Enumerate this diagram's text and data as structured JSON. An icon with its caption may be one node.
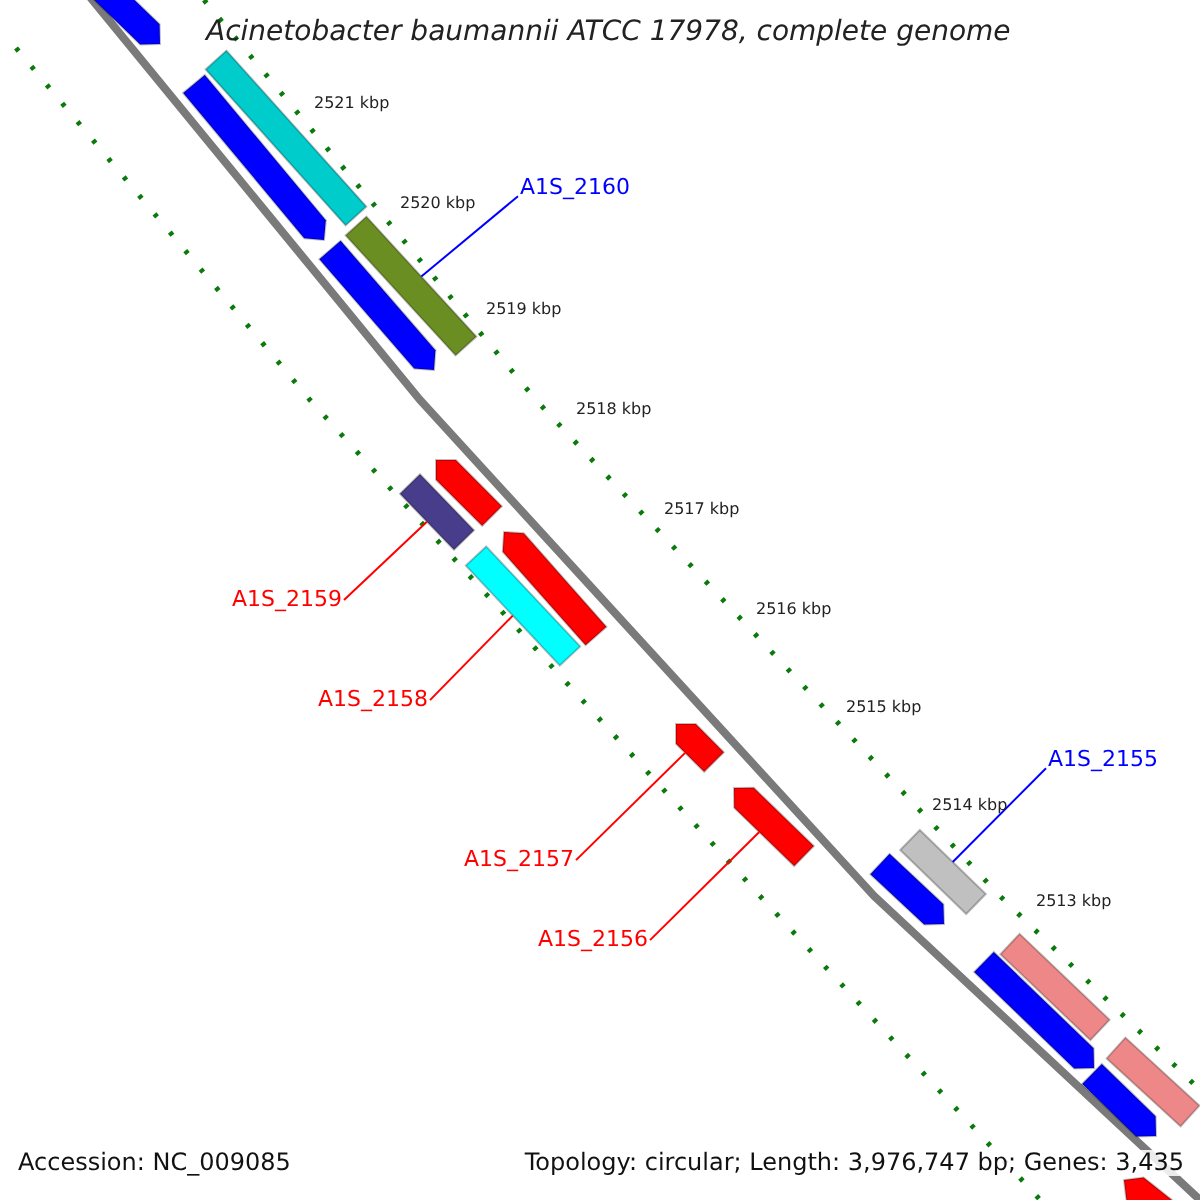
{
  "diagram": {
    "title": "Acinetobacter baumannii ATCC 17978, complete genome",
    "nodes": [
      {
        "text": [
          "A1S_2160"
        ]
      },
      {
        "text": [
          "A1S_2159"
        ]
      },
      {
        "text": [
          "A1S_2158"
        ]
      },
      {
        "text": [
          "A1S_2157"
        ]
      },
      {
        "text": [
          "A1S_2156"
        ]
      },
      {
        "text": [
          "A1S_2155"
        ]
      },
      {
        "text": [],
        "shape": "bar"
      },
      {
        "text": [],
        "shape": "bar"
      },
      {
        "text": [],
        "shape": "bar"
      },
      {
        "text": [],
        "shape": "bar"
      },
      {
        "text": [],
        "shape": "bar"
      },
      {
        "text": [],
        "shape": "bar"
      },
      {
        "text": [],
        "shape": "bar"
      },
      {
        "text": [],
        "shape": "bar"
      },
      {
        "text": [],
        "shape": "bar"
      },
      {
        "text": [],
        "shape": "bar"
      },
      {
        "text": [],
        "shape": "bar"
      },
      {
        "text": [],
        "shape": "bar"
      },
      {
        "text": [],
        "shape": "bar"
      },
      {
        "text": [],
        "shape": "bar"
      },
      {
        "text": [],
        "shape": "bar"
      },
      {
        "text": [],
        "shape": "bar"
      },
      {
        "text": [],
        "shape": "bar"
      },
      {
        "text": [],
        "shape": "bar"
      }
    ],
    "edges": [
      {
        "from": 0,
        "to": 9,
        "arrow": "none",
        "color": "#0000ff"
      },
      {
        "from": 1,
        "to": 12,
        "arrow": "none"
      },
      {
        "from": 2,
        "to": 14,
        "arrow": "none"
      },
      {
        "from": 3,
        "to": 15,
        "arrow": "none"
      },
      {
        "from": 4,
        "to": 16,
        "arrow": "none"
      },
      {
        "from": 5,
        "to": 17,
        "arrow": "none",
        "color": "#0000ff"
      }
    ],
    "labels": [
      "2521 kbp",
      "2520 kbp",
      "2519 kbp",
      "2518 kbp",
      "2517 kbp",
      "2516 kbp",
      "2515 kbp",
      "2514 kbp",
      "2513 kbp",
      "Accession: NC_009085",
      "Topology: circular; Length: 3,976,747 bp; Genes: 3,435"
    ]
  }
}
